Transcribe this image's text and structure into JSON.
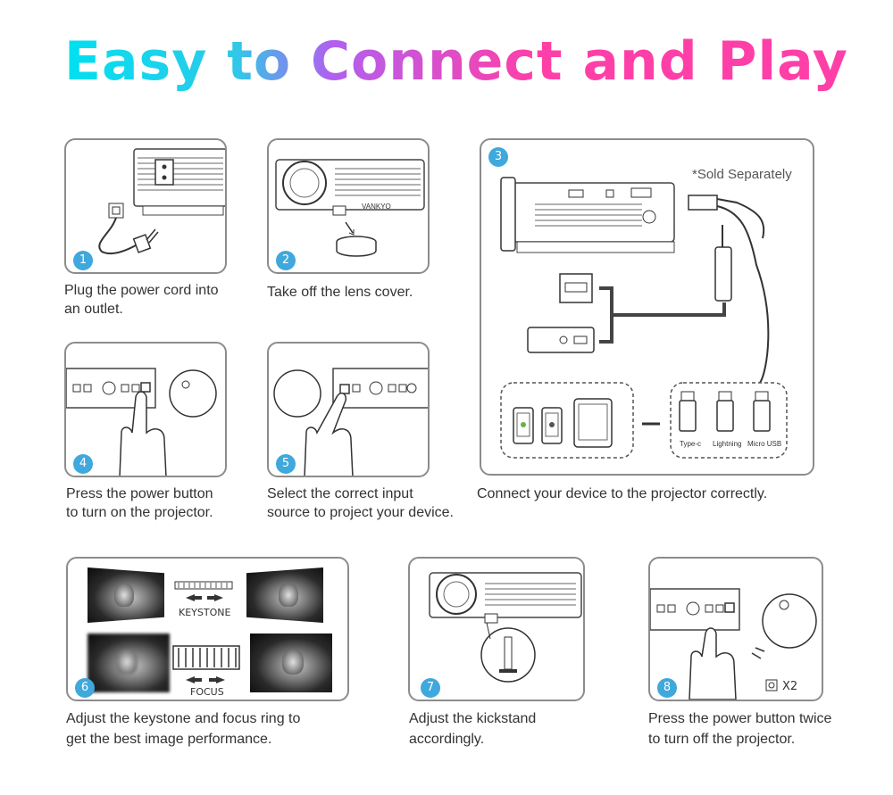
{
  "title": "Easy to Connect and Play",
  "steps": [
    {
      "num": "1",
      "caption_line1": "Plug the power cord into",
      "caption_line2": "an outlet."
    },
    {
      "num": "2",
      "caption_line1": "Take off the lens cover.",
      "caption_line2": ""
    },
    {
      "num": "3",
      "caption_line1": "Connect your device to the projector correctly.",
      "caption_line2": "",
      "note": "*Sold Separately",
      "connectors": [
        "Type-c",
        "Lightning",
        "Micro USB"
      ]
    },
    {
      "num": "4",
      "caption_line1": "Press the power button",
      "caption_line2": "to turn on the projector."
    },
    {
      "num": "5",
      "caption_line1": "Select the correct input",
      "caption_line2": "source to project your device."
    },
    {
      "num": "6",
      "caption_line1": "Adjust the keystone and focus ring to",
      "caption_line2": "get the best image performance.",
      "keystone_label": "KEYSTONE",
      "focus_label": "FOCUS"
    },
    {
      "num": "7",
      "caption_line1": "Adjust the kickstand",
      "caption_line2": "accordingly."
    },
    {
      "num": "8",
      "caption_line1": "Press the power button twice",
      "caption_line2": "to turn off the projector.",
      "times_label": "X2"
    }
  ],
  "brand": "VANKYO",
  "colors": {
    "accent": "#3fa8dc",
    "border": "#8c8c8c",
    "title_start": "#00e0f0",
    "title_end": "#ff3fa8"
  }
}
